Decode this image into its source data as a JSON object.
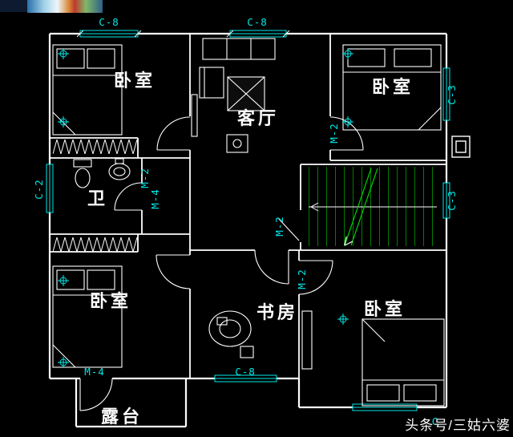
{
  "colors": {
    "background": "#000000",
    "wall": "#ffffff",
    "window_glass": "#00e8e8",
    "stair_tread": "#00d000",
    "code_label": "#00e8e8",
    "room_text": "#ffffff"
  },
  "rooms": {
    "bedroom_tl": "卧室",
    "living": "客厅",
    "bedroom_tr": "卧室",
    "bath": "卫",
    "bedroom_bl": "卧室",
    "study": "书房",
    "bedroom_br": "卧室",
    "terrace": "露台"
  },
  "tags": {
    "c8_top_left": "C-8",
    "c8_top_mid": "C-8",
    "c3_right_top": "C-3",
    "c3_right_mid": "C-3",
    "c2_left": "C-2",
    "m2_living": "M-2",
    "m2_hall_a": "M-2",
    "m4_hall_b": "M-4",
    "m2_stairs": "M-2",
    "m2_bedroom_br": "M-2",
    "m4_terrace": "M-4",
    "c8_bottom": "C-8",
    "c_partial_bottom_right": "C"
  },
  "watermark": {
    "text": "头条号/三姑六婆"
  }
}
